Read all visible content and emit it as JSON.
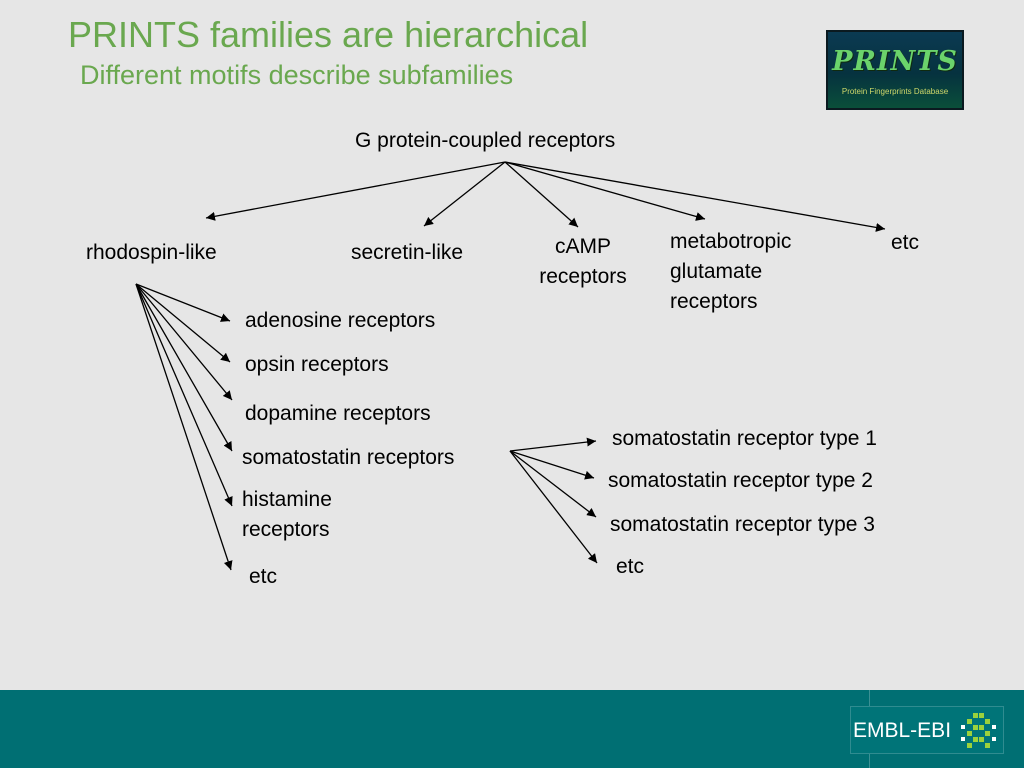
{
  "slide": {
    "title": "PRINTS families are hierarchical",
    "subtitle": "Different motifs describe subfamilies"
  },
  "logo": {
    "name": "PRINTS",
    "tagline": "Protein Fingerprints Database"
  },
  "diagram": {
    "root": "G protein-coupled receptors",
    "families": {
      "rhodopsin": "rhodospin-like",
      "secretin": "secretin-like",
      "camp_line1": "cAMP",
      "camp_line2": "receptors",
      "metabotropic_line1": "metabotropic",
      "metabotropic_line2": "glutamate",
      "metabotropic_line3": "receptors",
      "etc": "etc"
    },
    "rhodopsin_children": {
      "adenosine": "adenosine receptors",
      "opsin": "opsin receptors",
      "dopamine": "dopamine receptors",
      "somatostatin": "somatostatin receptors",
      "histamine_line1": "histamine",
      "histamine_line2": "receptors",
      "etc": "etc"
    },
    "somatostatin_children": {
      "type1": "somatostatin receptor type 1",
      "type2": "somatostatin receptor type 2",
      "type3": "somatostatin receptor type 3",
      "etc": "etc"
    }
  },
  "footer": {
    "brand": "EMBL-EBI"
  },
  "colors": {
    "background": "#e6e6e6",
    "title": "#6aa84f",
    "footer": "#006f73",
    "logo_text": "#6bd36b"
  }
}
